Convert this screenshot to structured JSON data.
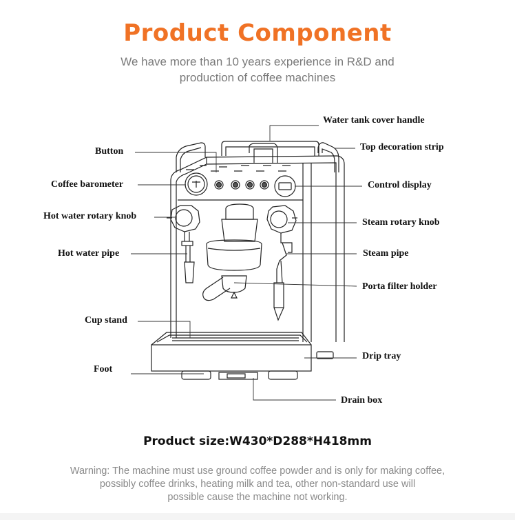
{
  "header": {
    "title": "Product Component",
    "subtitle_lines": [
      "We have more than 10 years experience in R&D and",
      "production of coffee machines"
    ]
  },
  "labels": {
    "water_tank_cover_handle": "Water tank cover handle",
    "button": "Button",
    "top_decoration_strip": "Top decoration strip",
    "coffee_barometer": "Coffee barometer",
    "control_display": "Control display",
    "hot_water_rotary_knob": "Hot water rotary knob",
    "steam_rotary_knob": "Steam rotary knob",
    "hot_water_pipe": "Hot water pipe",
    "steam_pipe": "Steam pipe",
    "porta_filter_holder": "Porta filter holder",
    "cup_stand": "Cup stand",
    "drip_tray": "Drip tray",
    "foot": "Foot",
    "drain_box": "Drain box"
  },
  "product_size": "Product size:W430*D288*H418mm",
  "warning_lines": [
    "Warning: The machine must use ground coffee powder and is only for making coffee,",
    "possibly coffee drinks, heating milk and tea, other non-standard use will",
    "possible cause the machine not working."
  ],
  "colors": {
    "title": "#f07225",
    "subtitle": "#7a7a7a",
    "line": "#222222"
  }
}
